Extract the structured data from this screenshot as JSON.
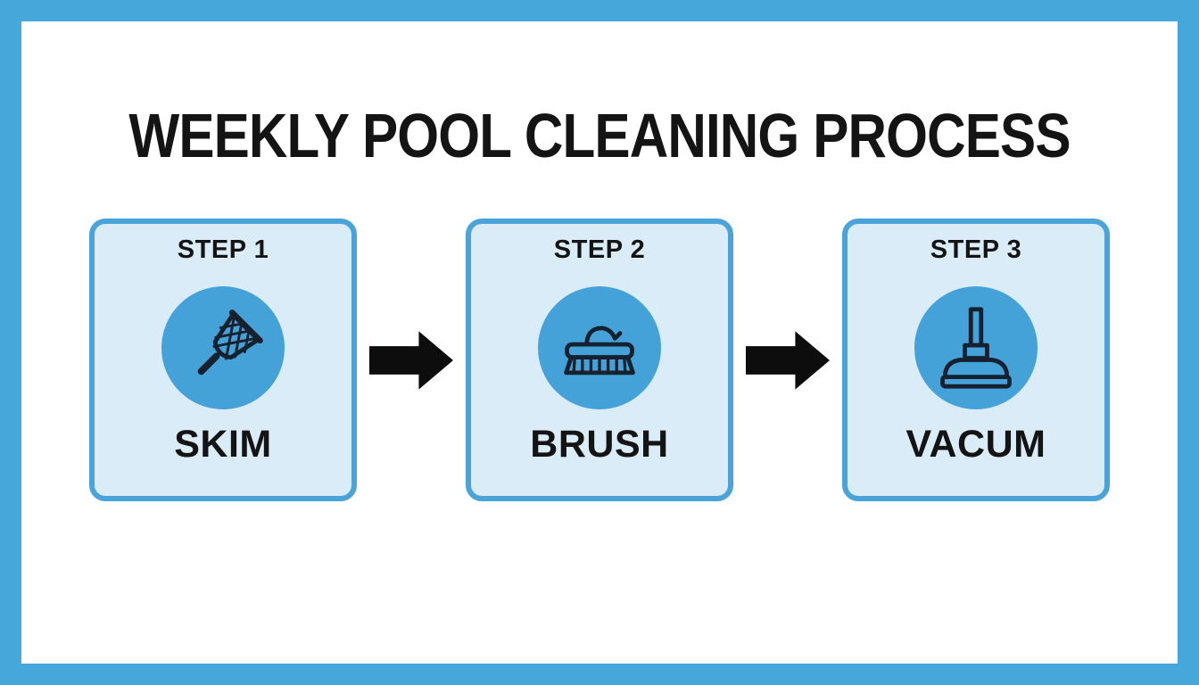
{
  "title": "WEEKLY POOL CLEANING PROCESS",
  "steps": [
    {
      "step_label": "STEP 1",
      "name": "SKIM",
      "icon": "skimmer-net-icon"
    },
    {
      "step_label": "STEP 2",
      "name": "BRUSH",
      "icon": "scrub-brush-icon"
    },
    {
      "step_label": "STEP 3",
      "name": "VACUM",
      "icon": "vacuum-head-icon"
    }
  ],
  "colors": {
    "frame": "#45a7da",
    "card_bg": "#d9ecf8",
    "card_border": "#4aa4da",
    "circle": "#45a2d9",
    "icon_stroke": "#16212f",
    "text": "#141414",
    "arrow": "#0d0d0d",
    "background": "#ffffff"
  }
}
